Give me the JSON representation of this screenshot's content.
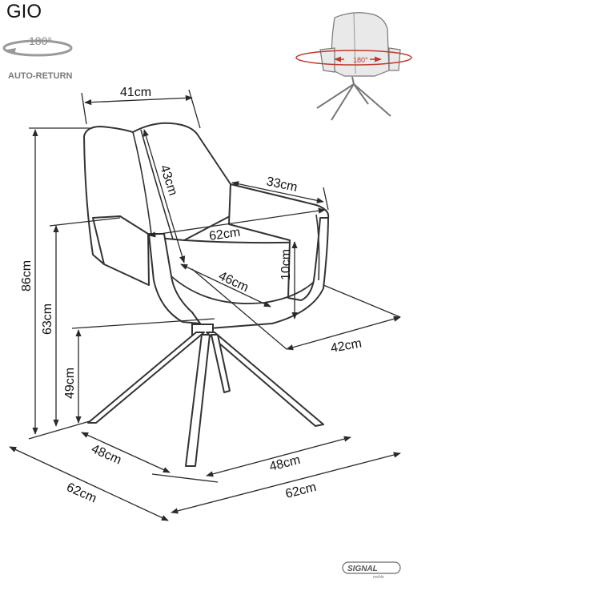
{
  "product": {
    "name": "GIO",
    "rotation_angle": "180°",
    "feature_label": "AUTO-RETURN"
  },
  "thumbnail": {
    "rotation_label": "180°",
    "accent_color": "#c0392b"
  },
  "dimensions": {
    "backrest_width": "41cm",
    "backrest_height": "43cm",
    "armrest_length": "33cm",
    "total_width": "62cm",
    "seat_depth": "46cm",
    "armrest_height": "10cm",
    "seat_width": "42cm",
    "total_height": "86cm",
    "armrest_floor_height": "63cm",
    "seat_height": "49cm",
    "base_depth": "48cm",
    "base_width": "48cm",
    "overall_depth": "62cm",
    "overall_width": "62cm"
  },
  "brand": {
    "name": "SIGNAL",
    "subtitle": "meble"
  }
}
